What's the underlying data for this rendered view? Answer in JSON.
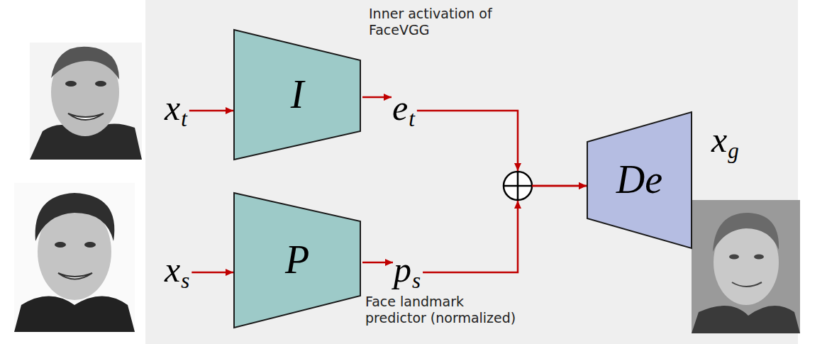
{
  "diagram": {
    "nodes": [
      {
        "text": [
          "xt"
        ]
      },
      {
        "text": [
          "I"
        ]
      },
      {
        "text": [
          "et"
        ]
      },
      {
        "text": [
          "xs"
        ]
      },
      {
        "text": [
          "P"
        ]
      },
      {
        "text": [
          "ps"
        ]
      },
      {
        "text": [
          "De"
        ]
      },
      {
        "text": [
          "xg"
        ]
      }
    ],
    "edges": [
      {
        "from": 0,
        "to": 1,
        "arrow": "to"
      },
      {
        "from": 1,
        "to": 2,
        "arrow": "to"
      },
      {
        "from": 2,
        "to": 6,
        "arrow": "to"
      },
      {
        "from": 3,
        "to": 4,
        "arrow": "to"
      },
      {
        "from": 4,
        "to": 5,
        "arrow": "to"
      },
      {
        "from": 5,
        "to": 6,
        "arrow": "to"
      }
    ],
    "labels": [
      "Inner activation of FaceVGG",
      "Face landmark predictor (normalized)"
    ]
  }
}
